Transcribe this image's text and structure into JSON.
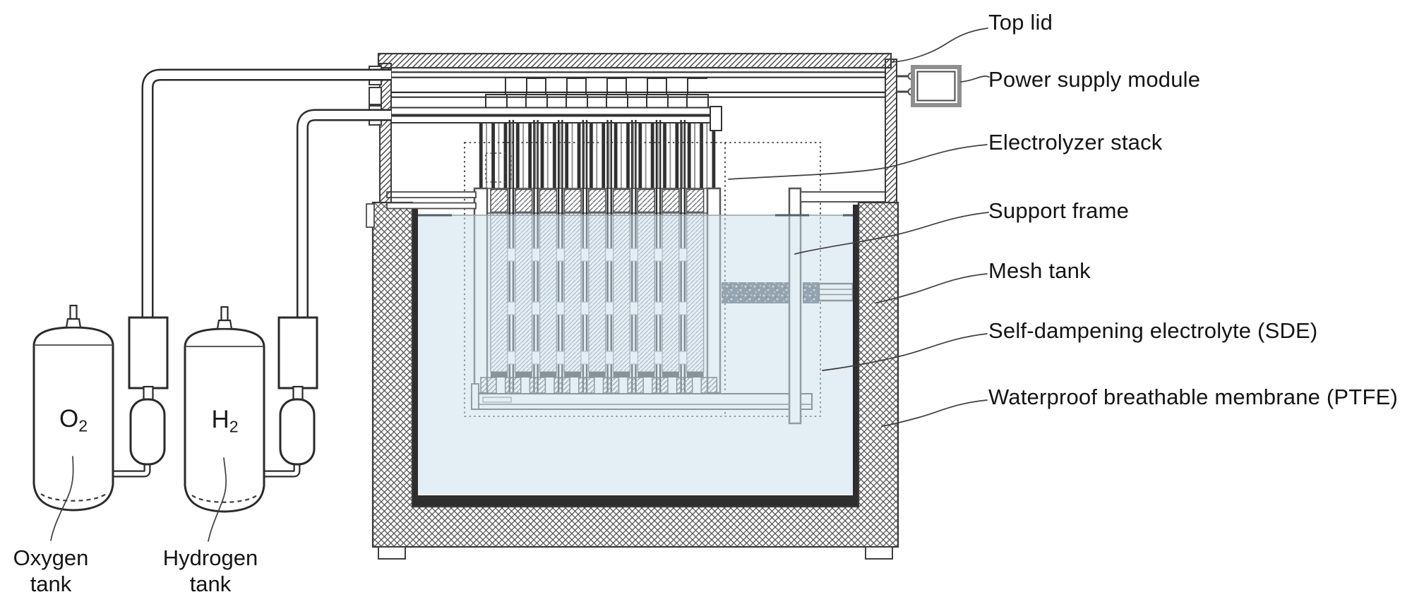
{
  "diagram": {
    "type": "schematic",
    "subject": "Submerged electrolyzer system cross-section",
    "callouts": [
      {
        "id": "top-lid",
        "label": "Top lid"
      },
      {
        "id": "power-supply-module",
        "label": "Power supply module"
      },
      {
        "id": "electrolyzer-stack",
        "label": "Electrolyzer stack"
      },
      {
        "id": "support-frame",
        "label": "Support frame"
      },
      {
        "id": "mesh-tank",
        "label": "Mesh tank"
      },
      {
        "id": "self-dampening-electrolyte",
        "label": "Self-dampening electrolyte (SDE)"
      },
      {
        "id": "waterproof-membrane",
        "label": "Waterproof breathable membrane (PTFE)"
      }
    ],
    "tanks": [
      {
        "id": "oxygen-tank",
        "symbol": "O",
        "subscript": "2",
        "caption_line1": "Oxygen",
        "caption_line2": "tank"
      },
      {
        "id": "hydrogen-tank",
        "symbol": "H",
        "subscript": "2",
        "caption_line1": "Hydrogen",
        "caption_line2": "tank"
      }
    ],
    "stack": {
      "plate_count": 9,
      "terminal_row1_count": 5,
      "terminal_row2_count": 6,
      "bottom_block_count": 10,
      "tab_rows": 3
    },
    "colors": {
      "electrolyte": "#cbdfeb",
      "line": "#2b2b2b",
      "stipple_rod": "#59626b",
      "liner": "#2e2e2e"
    }
  }
}
